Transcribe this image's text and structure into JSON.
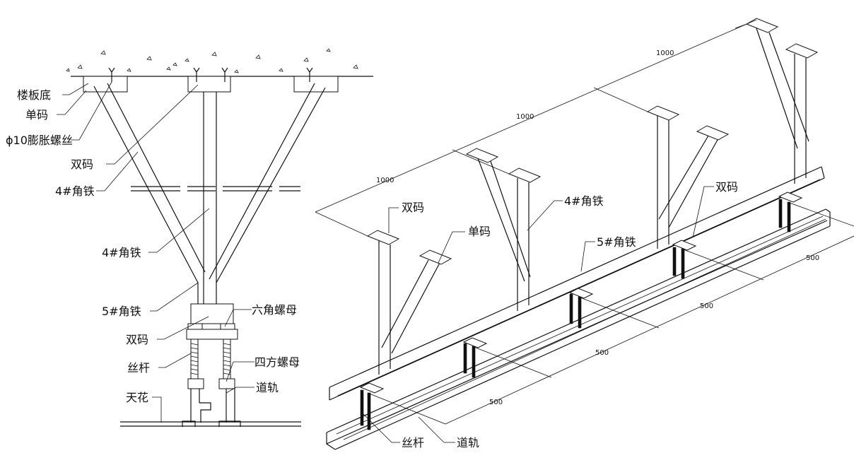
{
  "left_labels": {
    "floor_bottom": "楼板底",
    "single_bracket": "单码",
    "expansion_bolt": "ϕ10膨胀螺丝",
    "double_bracket_top": "双码",
    "angle4_a": "4#角铁",
    "angle4_b": "4#角铁",
    "angle5": "5#角铁",
    "double_bracket_low": "双码",
    "hex_nut": "六角螺母",
    "rod": "丝杆",
    "square_nut": "四方螺母",
    "ceiling": "天花",
    "rail": "道轨"
  },
  "right_labels": {
    "double_bracket_1": "双码",
    "single_bracket": "单码",
    "angle4": "4#角铁",
    "double_bracket_2": "双码",
    "angle5": "5#角铁",
    "rod": "丝杆",
    "rail": "道轨"
  },
  "dimensions": {
    "upper": [
      "1000",
      "1000",
      "1000"
    ],
    "lower": [
      "500",
      "500",
      "500",
      "500"
    ]
  }
}
